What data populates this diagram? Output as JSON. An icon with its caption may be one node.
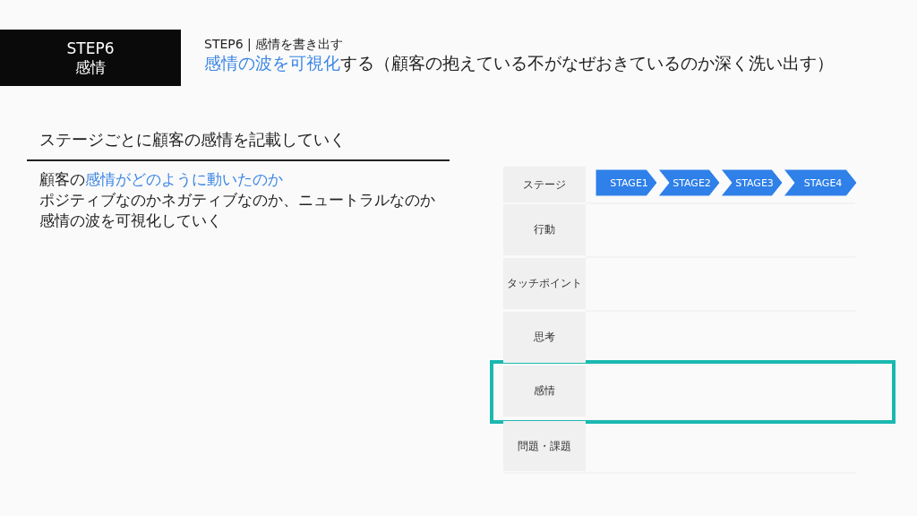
{
  "diagram": {
    "title": "STEP6 | 感情を書き出す",
    "nodes": [
      {
        "text": [
          "STEP6",
          "感情"
        ]
      },
      {
        "text": [
          "ステージ"
        ]
      },
      {
        "text": [
          "行動"
        ]
      },
      {
        "text": [
          "タッチポイント"
        ]
      },
      {
        "text": [
          "思考"
        ]
      },
      {
        "text": [
          "感情"
        ]
      },
      {
        "text": [
          "問題・課題"
        ]
      },
      {
        "text": [
          "STAGE1"
        ]
      },
      {
        "text": [
          "STAGE2"
        ]
      },
      {
        "text": [
          "STAGE3"
        ]
      },
      {
        "text": [
          "STAGE4"
        ]
      }
    ],
    "edges": [],
    "labels": [
      "**感情の波を可視化**する（顧客の抱えている不がなぜおきているのか深く洗い出す）",
      "ステージごとに顧客の感情を記載していく",
      "顧客の**感情がどのように動いたのか**",
      "ポジティブなのかネガティブなのか、ニュートラルなのか感情の波を可視化していく"
    ]
  }
}
